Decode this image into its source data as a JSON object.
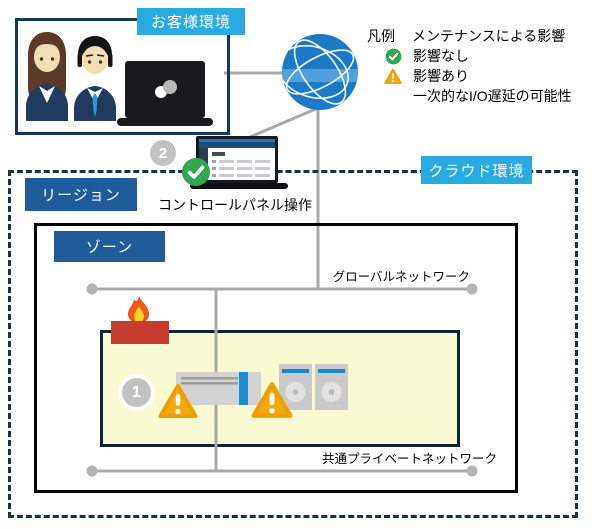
{
  "customer": {
    "label": "お客様環境"
  },
  "cloud": {
    "label": "クラウド環境"
  },
  "region": {
    "label": "リージョン"
  },
  "zone": {
    "label": "ゾーン"
  },
  "control_panel": {
    "label": "コントロールパネル操作",
    "step": "2",
    "status_icon": "check-circle-icon"
  },
  "networks": {
    "global": "グローバルネットワーク",
    "private": "共通プライベートネットワーク"
  },
  "subnet": {
    "step": "1",
    "icons": [
      "firewall-icon",
      "server-icon",
      "storage-icon",
      "storage-icon"
    ],
    "warning_icons": 2
  },
  "legend": {
    "title": "凡例",
    "subtitle": "メンテナンスによる影響",
    "items": [
      {
        "icon": "check-circle-icon",
        "label": "影響なし"
      },
      {
        "icon": "warning-triangle-icon",
        "label": "影響あり"
      },
      {
        "icon": "",
        "label": "一次的なI/O遅延の可能性"
      }
    ]
  },
  "colors": {
    "accent_light_blue": "#29ABE2",
    "accent_dark_blue": "#1F5C99",
    "success_green": "#2FA84F",
    "warning_amber": "#F6A90B",
    "firewall_red": "#C53B2E",
    "line_gray": "#A8A8A8",
    "subnet_yellow": "#FAFAD2"
  }
}
